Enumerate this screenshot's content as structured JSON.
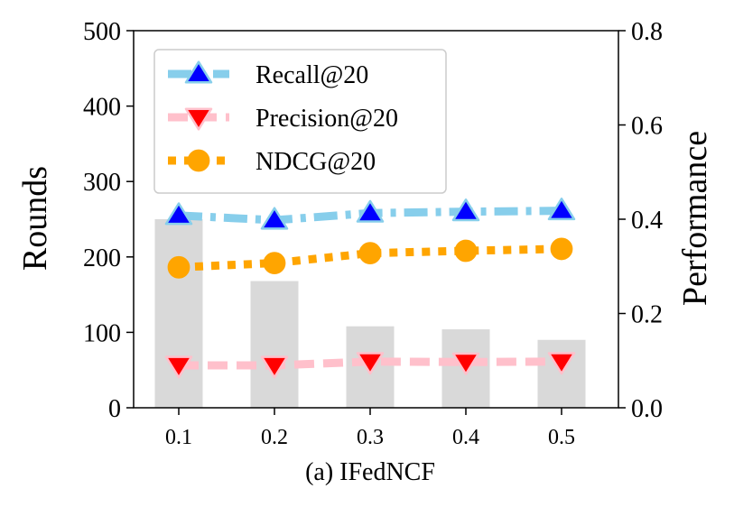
{
  "chart_data": {
    "type": "bar",
    "caption": "(a) IFedNCF",
    "categories": [
      "0.1",
      "0.2",
      "0.3",
      "0.4",
      "0.5"
    ],
    "ylabel": "Rounds",
    "ylabel_right": "Performance",
    "ylim": [
      0,
      500
    ],
    "ylim_right": [
      0,
      0.8
    ],
    "yticks": [
      "0",
      "100",
      "200",
      "300",
      "400",
      "500"
    ],
    "yticks_right": [
      "0.0",
      "0.2",
      "0.4",
      "0.6",
      "0.8"
    ],
    "bars": {
      "values": [
        250,
        168,
        108,
        104,
        90
      ],
      "color": "#d9d9d9",
      "axis": "left"
    },
    "series": [
      {
        "name": "Recall@20",
        "values": [
          0.408,
          0.398,
          0.413,
          0.416,
          0.418
        ],
        "color": "#87ceeb",
        "marker": "triangle-up",
        "marker_color": "#0000ff",
        "line_style": "dashdot",
        "axis": "right"
      },
      {
        "name": "Precision@20",
        "values": [
          0.09,
          0.09,
          0.098,
          0.097,
          0.098
        ],
        "color": "#ffc0cb",
        "marker": "triangle-down",
        "marker_color": "#ff0000",
        "line_style": "dashed",
        "axis": "right"
      },
      {
        "name": "NDCG@20",
        "values": [
          0.298,
          0.307,
          0.328,
          0.333,
          0.337
        ],
        "color": "#ffa500",
        "marker": "circle",
        "marker_color": "#ffa500",
        "line_style": "dotted",
        "axis": "right"
      }
    ],
    "legend": "upper-left",
    "grid": false
  }
}
